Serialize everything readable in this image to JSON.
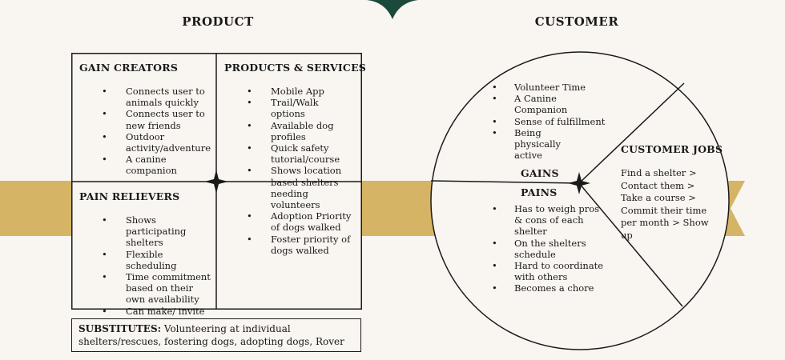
{
  "headings": {
    "product": "PRODUCT",
    "customer": "CUSTOMER"
  },
  "colors": {
    "band": "#d6b465",
    "notch": "#1b4a3c",
    "background": "#f9f5f0",
    "ink": "#1a1a1a"
  },
  "product": {
    "gain_creators": {
      "title": "GAIN CREATORS",
      "items": [
        "Connects user to animals quickly",
        "Connects user to new friends",
        "Outdoor activity/adventure",
        "A canine companion"
      ]
    },
    "products_services": {
      "title": "PRODUCTS & SERVICES",
      "items": [
        "Mobile App",
        "Trail/Walk options",
        "Available dog profiles",
        "Quick safety tutorial/course",
        "Shows location based shelters needing volunteers",
        "Adoption Priority of dogs walked",
        "Foster priority of dogs walked"
      ]
    },
    "pain_relievers": {
      "title": "PAIN RELIEVERS",
      "items": [
        "Shows participating shelters",
        "Flexible scheduling",
        "Time commitment based on their own availability",
        "Can make/ invite friends"
      ]
    },
    "substitutes": {
      "label": "SUBSTITUTES:",
      "text": " Volunteering at individual shelters/rescues, fostering dogs, adopting dogs, Rover"
    }
  },
  "customer": {
    "gains": {
      "title": "GAINS",
      "items": [
        "Volunteer Time",
        "A Canine Companion",
        "Sense of fulfillment",
        "Being physically active"
      ]
    },
    "pains": {
      "title": "PAINS",
      "items": [
        "Has to weigh pros & cons of each shelter",
        "On the shelters schedule",
        "Hard to coordinate with others",
        "Becomes a chore"
      ]
    },
    "jobs": {
      "title": "CUSTOMER JOBS",
      "text": "Find a shelter > Contact them > Take a course > Commit their time per month > Show up"
    }
  }
}
